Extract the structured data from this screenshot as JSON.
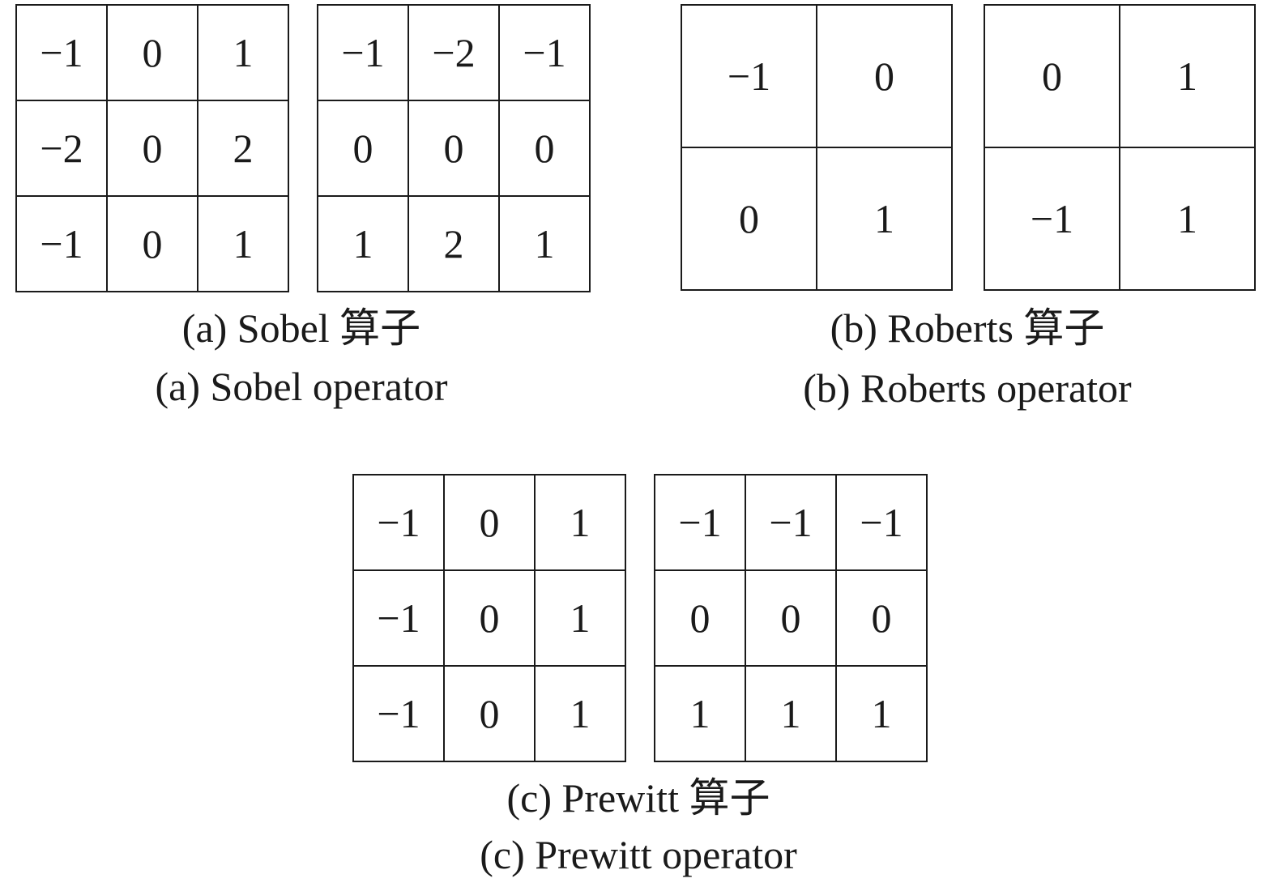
{
  "figures": {
    "sobel": {
      "matrix_x": [
        [
          "−1",
          "0",
          "1"
        ],
        [
          "−2",
          "0",
          "2"
        ],
        [
          "−1",
          "0",
          "1"
        ]
      ],
      "matrix_y": [
        [
          "−1",
          "−2",
          "−1"
        ],
        [
          "0",
          "0",
          "0"
        ],
        [
          "1",
          "2",
          "1"
        ]
      ],
      "caption_cn": "(a) Sobel 算子",
      "caption_en": "(a) Sobel operator"
    },
    "roberts": {
      "matrix_x": [
        [
          "−1",
          "0"
        ],
        [
          "0",
          "1"
        ]
      ],
      "matrix_y": [
        [
          "0",
          "1"
        ],
        [
          "−1",
          "1"
        ]
      ],
      "caption_cn": "(b) Roberts 算子",
      "caption_en": "(b) Roberts operator"
    },
    "prewitt": {
      "matrix_x": [
        [
          "−1",
          "0",
          "1"
        ],
        [
          "−1",
          "0",
          "1"
        ],
        [
          "−1",
          "0",
          "1"
        ]
      ],
      "matrix_y": [
        [
          "−1",
          "−1",
          "−1"
        ],
        [
          "0",
          "0",
          "0"
        ],
        [
          "1",
          "1",
          "1"
        ]
      ],
      "caption_cn": "(c) Prewitt 算子",
      "caption_en": "(c) Prewitt operator"
    }
  }
}
